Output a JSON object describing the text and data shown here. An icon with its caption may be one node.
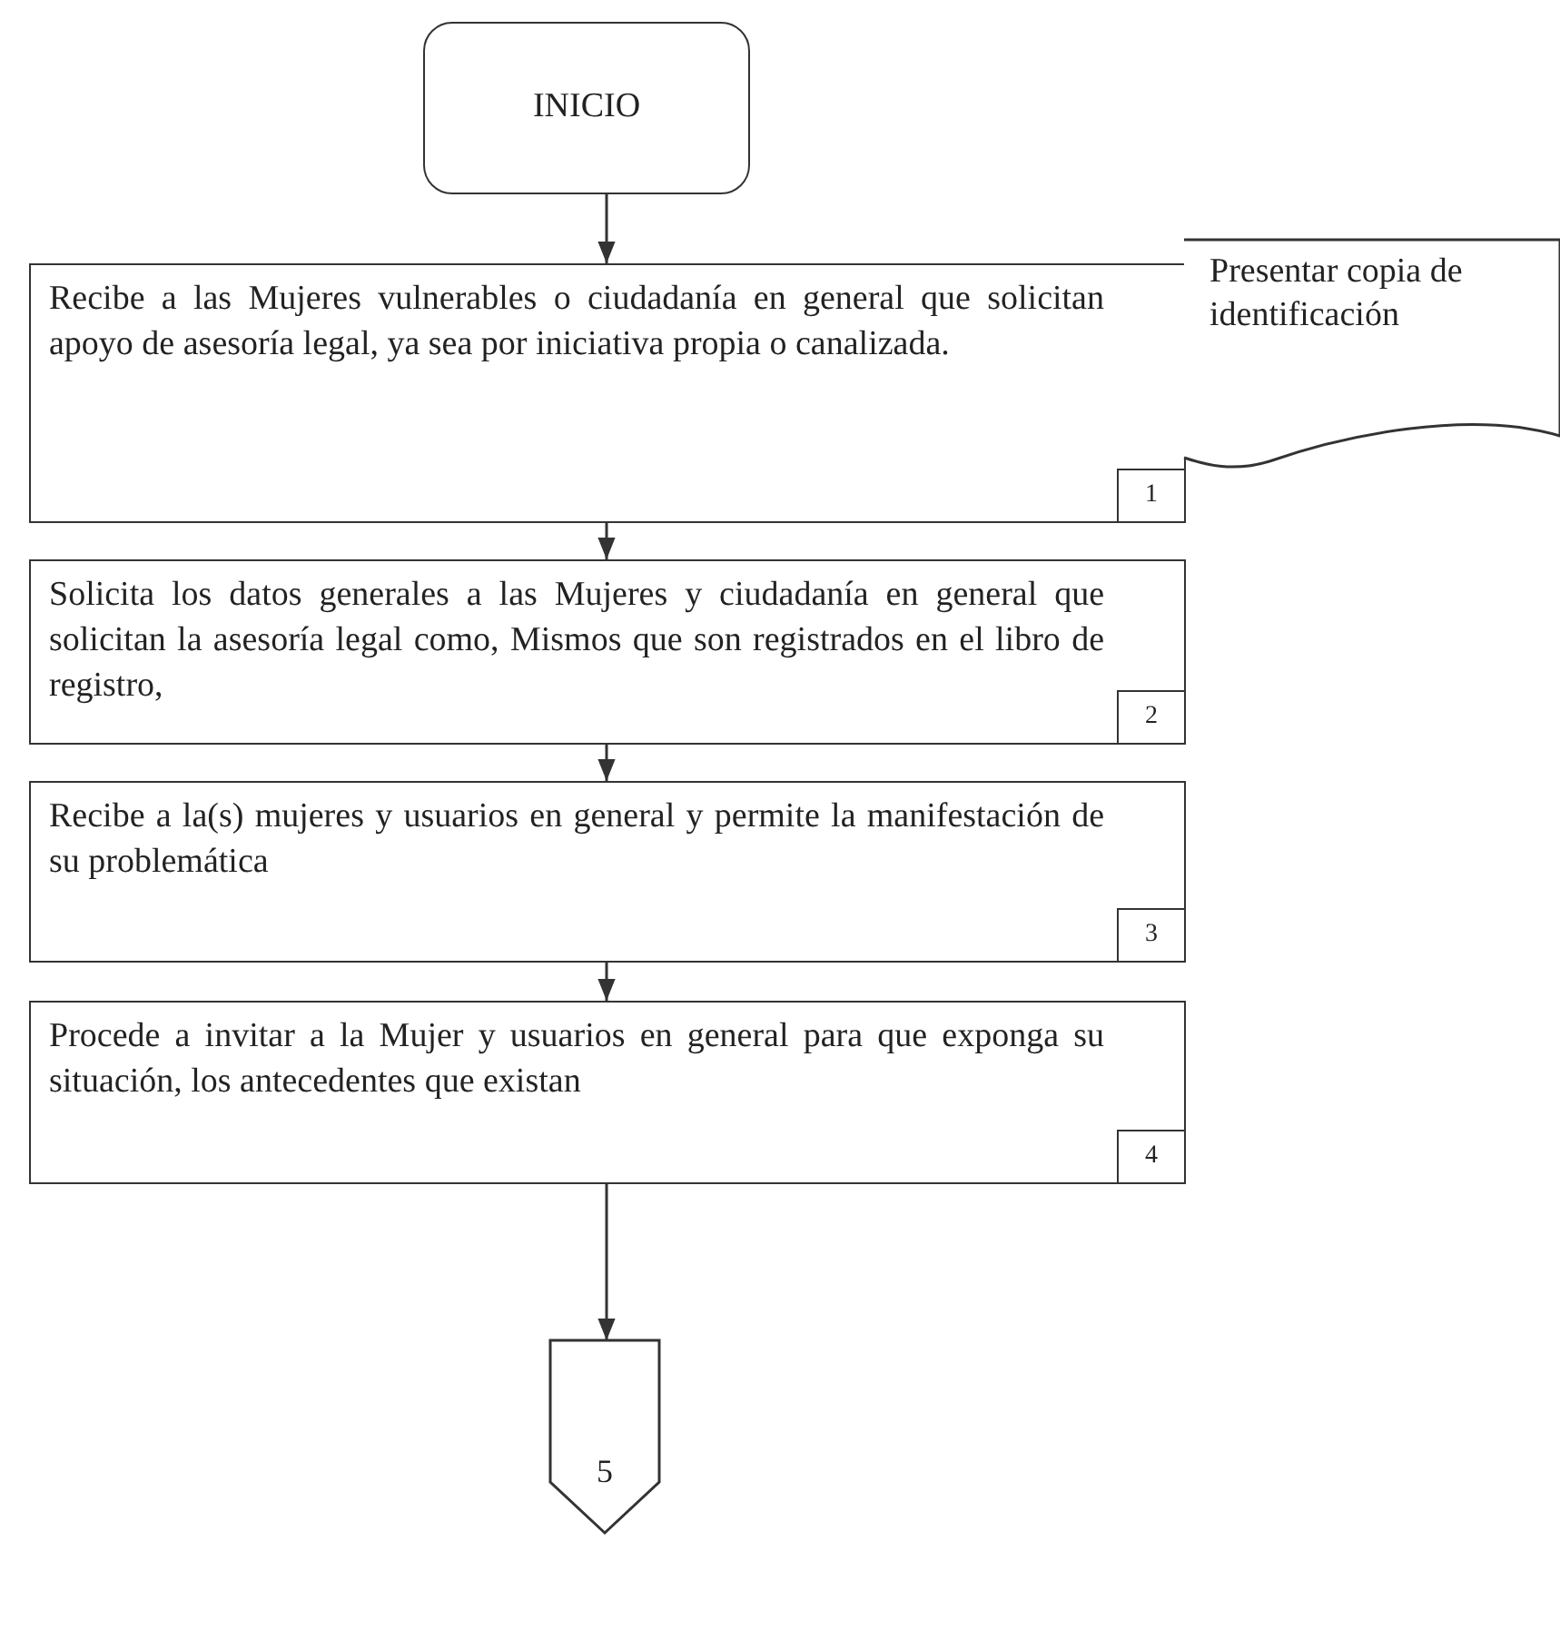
{
  "diagram": {
    "nodes": [
      {
        "text": [
          "INICIO"
        ]
      },
      {
        "text": [
          "Recibe a las Mujeres vulnerables o ciudadanía en general que solicitan apoyo de asesoría legal, ya sea por iniciativa propia o canalizada.",
          "1"
        ]
      },
      {
        "text": [
          "Presentar copia de identificación"
        ]
      },
      {
        "text": [
          "Solicita los datos generales a las Mujeres y ciudadanía en general que solicitan la asesoría legal como, Mismos que son registrados en el libro de registro,",
          "2"
        ]
      },
      {
        "text": [
          "Recibe a la(s) mujeres y usuarios en general y permite la manifestación de su problemática",
          "3"
        ]
      },
      {
        "text": [
          "Procede a invitar a la Mujer y usuarios en general para que exponga su situación, los antecedentes que existan",
          "4"
        ]
      },
      {
        "text": [
          "5"
        ]
      }
    ],
    "edges": [
      {
        "from": 0,
        "to": 1,
        "arrow": "to"
      },
      {
        "from": 1,
        "to": 3,
        "arrow": "to"
      },
      {
        "from": 3,
        "to": 4,
        "arrow": "to"
      },
      {
        "from": 4,
        "to": 5,
        "arrow": "to"
      },
      {
        "from": 5,
        "to": 6,
        "arrow": "to"
      }
    ]
  }
}
